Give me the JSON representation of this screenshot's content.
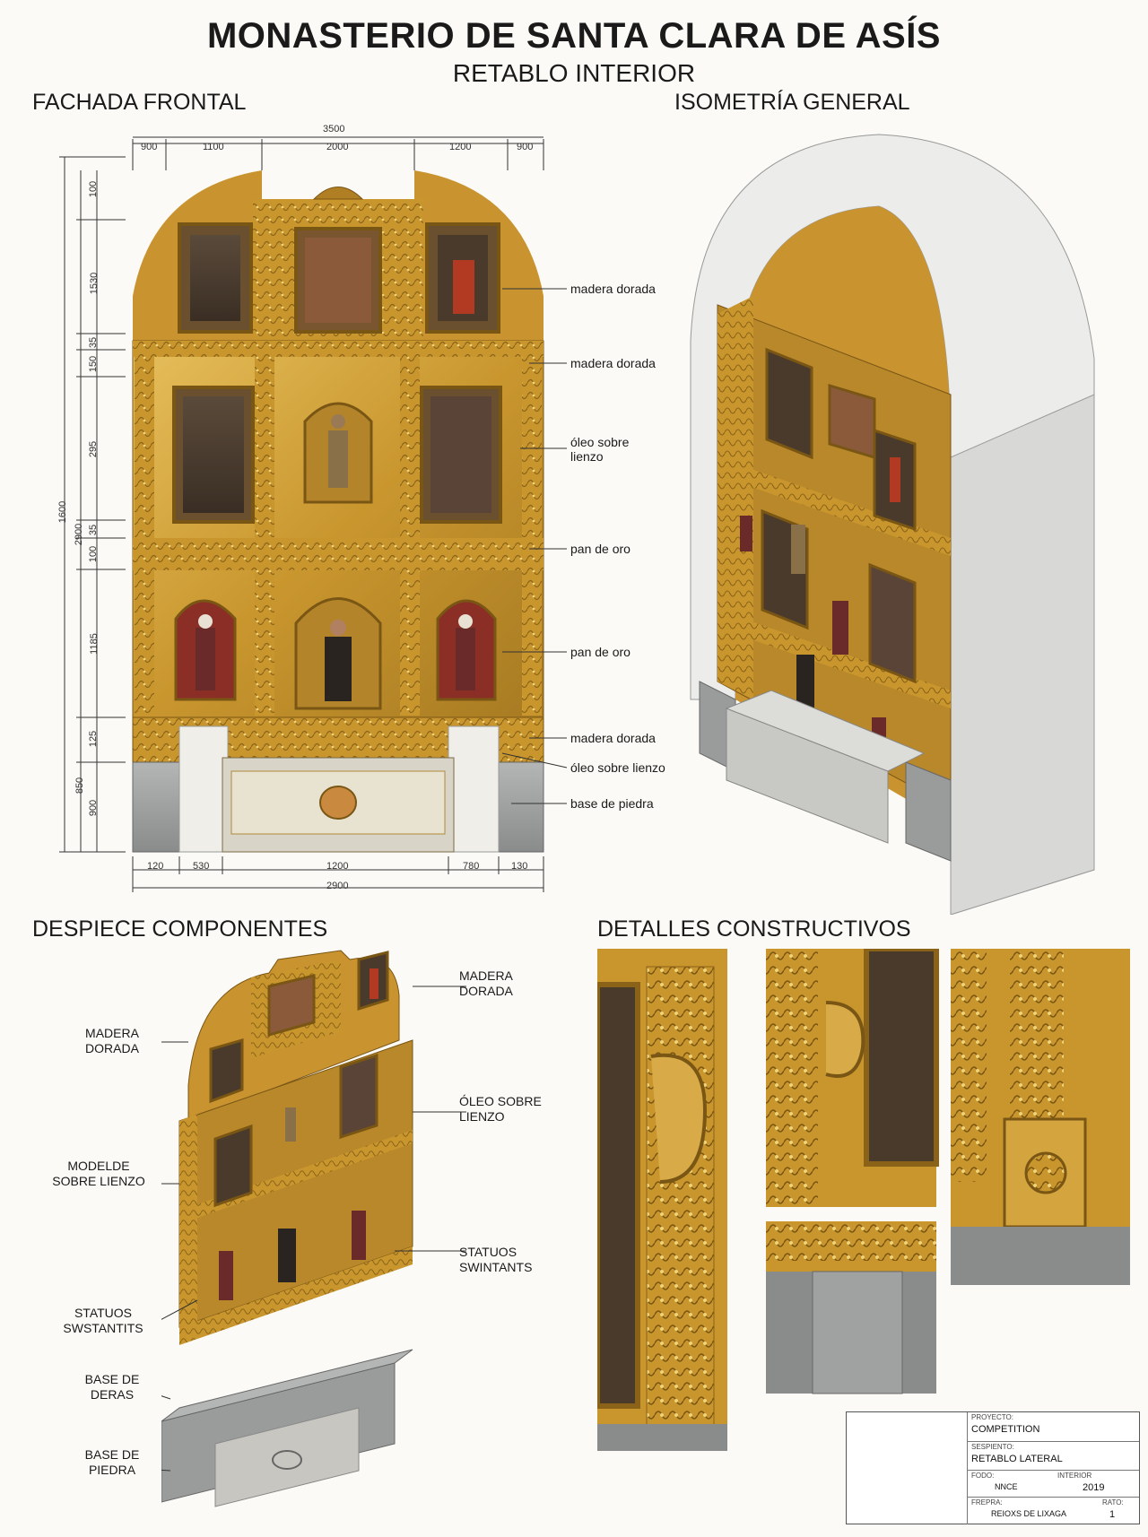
{
  "header": {
    "title": "MONASTERIO DE SANTA CLARA DE ASÍS",
    "subtitle": "RETABLO INTERIOR"
  },
  "sections": {
    "front": "FACHADA FRONTAL",
    "iso": "ISOMETRÍA GENERAL",
    "exploded": "DESPIECE COMPONENTES",
    "details": "DETALLES CONSTRUCTIVOS"
  },
  "dimensions": {
    "top_total": "3500",
    "top": [
      "900",
      "1100",
      "2000",
      "1200",
      "900"
    ],
    "bottom": [
      "120",
      "530",
      "1200",
      "780",
      "130"
    ],
    "bottom_total": "2900",
    "left_total": "1600",
    "left_mid": "2900",
    "left_mid2": "850",
    "left": [
      "100",
      "1530",
      "35",
      "150",
      "295",
      "35",
      "100",
      "1185",
      "125",
      "900"
    ]
  },
  "front_labels": [
    "madera dorada",
    "madera dorada",
    "óleo sobre lienzo",
    "pan de oro",
    "pan de oro",
    "madera dorada",
    "óleo sobre lienzo",
    "base de piedra"
  ],
  "exploded_labels": {
    "l1": "MADERA DORADA",
    "l2": "MODELDE SOBRE LIENZO",
    "l3": "STATUOS SWSTANTITS",
    "l4": "BASE DE DERAS",
    "l5": "BASE DE PIEDRA",
    "r1": "MADERA DORADA",
    "r2": "ÓLEO SOBRE LIENZO",
    "r3": "STATUOS SWINTANTS"
  },
  "title_block": {
    "k1": "PROYECTO:",
    "v1": "COMPETITION",
    "k2": "SESPIENTO:",
    "v2": "RETABLO LATERAL",
    "k3": "FODO:",
    "v3": "NNCE",
    "k4": "INTERIOR",
    "v4": "2019",
    "k5": "FREPRA:",
    "v5": "REIOXS DE LIXAGA",
    "k6": "RATO:",
    "v6": "1"
  },
  "colors": {
    "gold": "#c9962e",
    "gold_light": "#e2b955",
    "gold_dark": "#8a6318",
    "stone": "#9ea0a0",
    "canvas_bg": "#fbfaf6"
  }
}
